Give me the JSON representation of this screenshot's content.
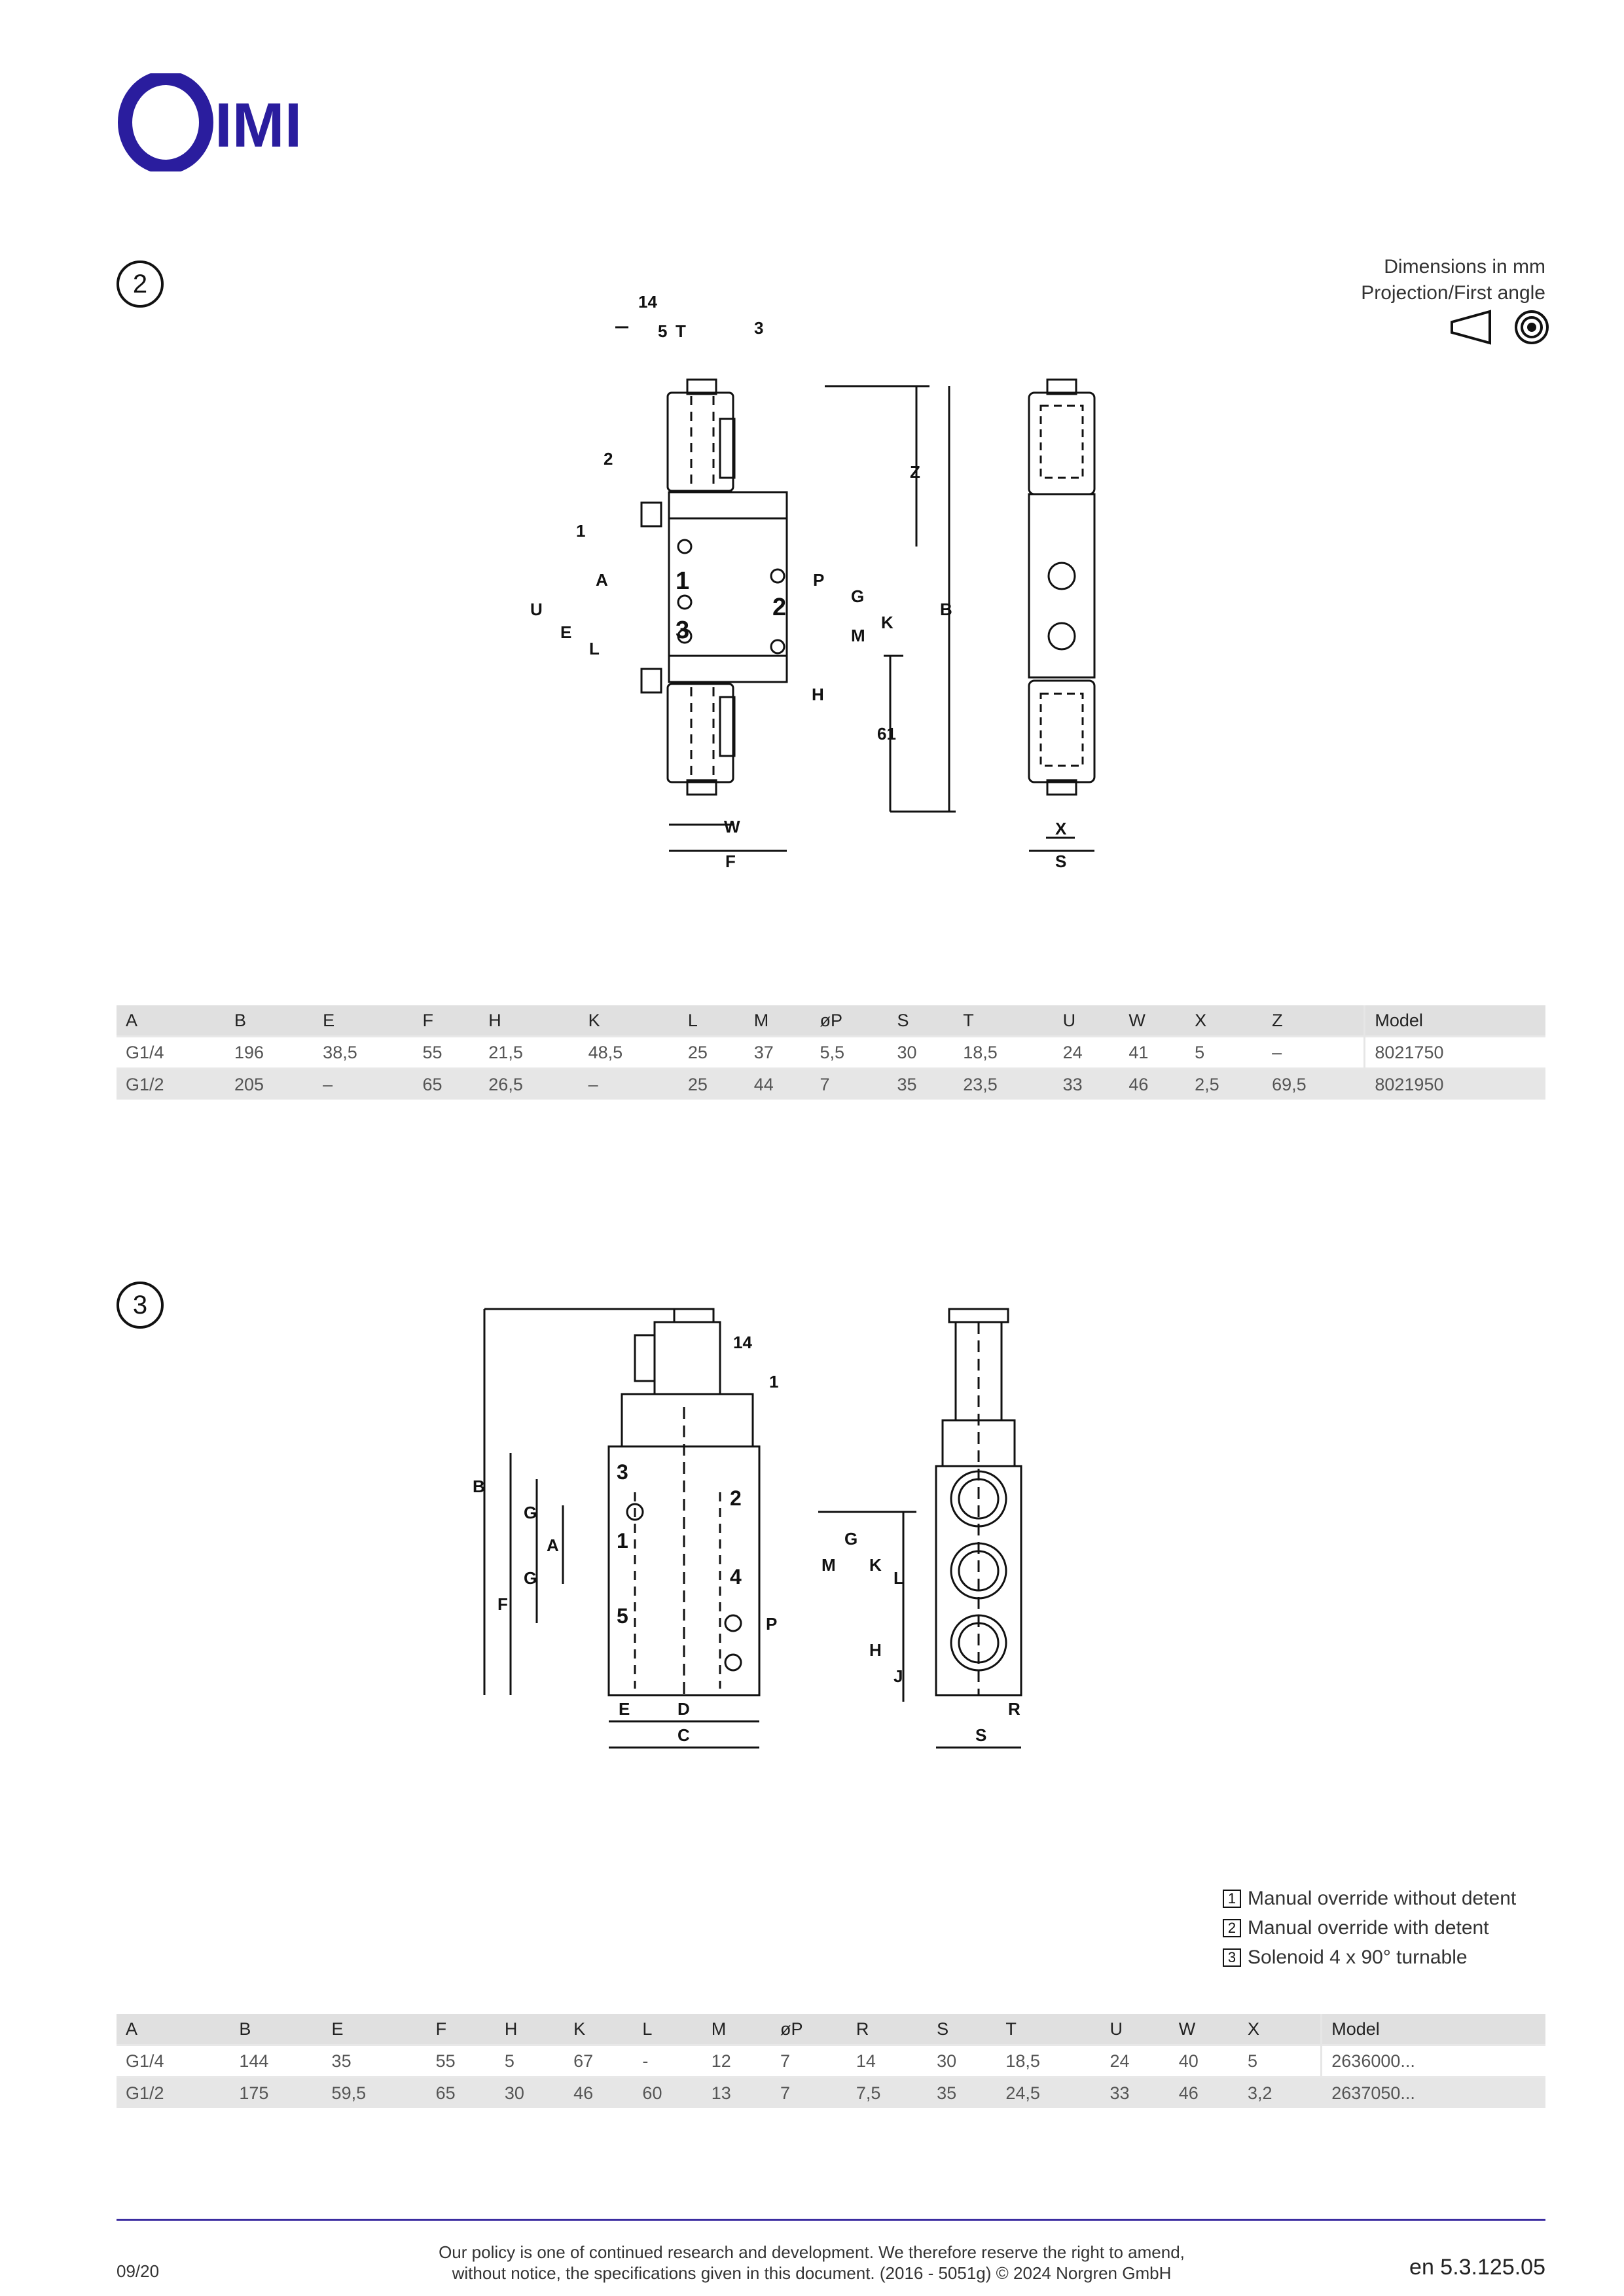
{
  "brand": {
    "name": "IMI",
    "color": "#2a1d9e"
  },
  "header": {
    "dimensions_note": "Dimensions in mm",
    "projection_note": "Projection/First angle"
  },
  "section2": {
    "number": "2",
    "drawing_labels": [
      "14",
      "5",
      "T",
      "3",
      "2",
      "1",
      "A",
      "U",
      "E",
      "L",
      "1",
      "3",
      "2",
      "P",
      "M",
      "G",
      "K",
      "Z",
      "B",
      "H",
      "61",
      "W",
      "F",
      "X",
      "S"
    ],
    "table": {
      "columns": [
        "A",
        "B",
        "E",
        "F",
        "H",
        "K",
        "L",
        "M",
        "øP",
        "S",
        "T",
        "U",
        "W",
        "X",
        "Z",
        "Model"
      ],
      "rows": [
        [
          "G1/4",
          "196",
          "38,5",
          "55",
          "21,5",
          "48,5",
          "25",
          "37",
          "5,5",
          "30",
          "18,5",
          "24",
          "41",
          "5",
          "–",
          "8021750"
        ],
        [
          "G1/2",
          "205",
          "–",
          "65",
          "26,5",
          "–",
          "25",
          "44",
          "7",
          "35",
          "23,5",
          "33",
          "46",
          "2,5",
          "69,5",
          "8021950"
        ]
      ]
    }
  },
  "section3": {
    "number": "3",
    "drawing_labels": [
      "14",
      "1",
      "3",
      "2",
      "1",
      "4",
      "5",
      "B",
      "G",
      "A",
      "G",
      "F",
      "M",
      "G",
      "K",
      "L",
      "P",
      "H",
      "J",
      "E",
      "D",
      "C",
      "R",
      "S"
    ],
    "table": {
      "columns": [
        "A",
        "B",
        "E",
        "F",
        "H",
        "K",
        "L",
        "M",
        "øP",
        "R",
        "S",
        "T",
        "U",
        "W",
        "X",
        "Model"
      ],
      "rows": [
        [
          "G1/4",
          "144",
          "35",
          "55",
          "5",
          "67",
          "-",
          "12",
          "7",
          "14",
          "30",
          "18,5",
          "24",
          "40",
          "5",
          "2636000..."
        ],
        [
          "G1/2",
          "175",
          "59,5",
          "65",
          "30",
          "46",
          "60",
          "13",
          "7",
          "7,5",
          "35",
          "24,5",
          "33",
          "46",
          "3,2",
          "2637050..."
        ]
      ]
    }
  },
  "legend": [
    {
      "num": "1",
      "text": "Manual override without detent"
    },
    {
      "num": "2",
      "text": "Manual override with detent"
    },
    {
      "num": "3",
      "text": "Solenoid 4 x 90° turnable"
    }
  ],
  "footer": {
    "date_code": "09/20",
    "policy_line1": "Our policy is one of continued research and development. We therefore reserve the right to amend,",
    "policy_line2": "without notice, the specifications given in this document. (2016 - 5051g) © 2024 Norgren GmbH",
    "doc_ref": "en 5.3.125.05"
  }
}
